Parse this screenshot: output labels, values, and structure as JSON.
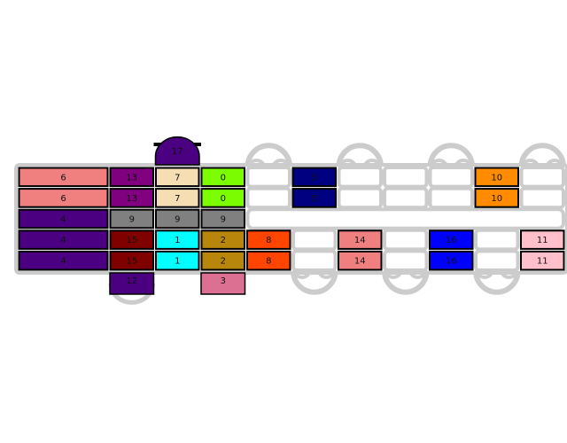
{
  "colors": {
    "track": "#cccccc",
    "outline": "#000000",
    "empty": "#ffffff"
  },
  "grid": {
    "cols": 12,
    "rows": 5
  },
  "blocks": [
    {
      "id": "b6a",
      "label": "6",
      "col": 0,
      "row": 0,
      "w": 2,
      "h": 1,
      "color": "#f08080"
    },
    {
      "id": "b6b",
      "label": "6",
      "col": 0,
      "row": 1,
      "w": 2,
      "h": 1,
      "color": "#f08080"
    },
    {
      "id": "b13a",
      "label": "13",
      "col": 2,
      "row": 0,
      "w": 1,
      "h": 1,
      "color": "#800080"
    },
    {
      "id": "b13b",
      "label": "13",
      "col": 2,
      "row": 1,
      "w": 1,
      "h": 1,
      "color": "#800080"
    },
    {
      "id": "b7a",
      "label": "7",
      "col": 3,
      "row": 0,
      "w": 1,
      "h": 1,
      "color": "#f5deb3"
    },
    {
      "id": "b7b",
      "label": "7",
      "col": 3,
      "row": 1,
      "w": 1,
      "h": 1,
      "color": "#f5deb3"
    },
    {
      "id": "b0a",
      "label": "0",
      "col": 4,
      "row": 0,
      "w": 1,
      "h": 1,
      "color": "#7cfc00"
    },
    {
      "id": "b0b",
      "label": "0",
      "col": 4,
      "row": 1,
      "w": 1,
      "h": 1,
      "color": "#7cfc00"
    },
    {
      "id": "b5a",
      "label": "5",
      "col": 6,
      "row": 0,
      "w": 1,
      "h": 1,
      "color": "#000080"
    },
    {
      "id": "b5b",
      "label": "5",
      "col": 6,
      "row": 1,
      "w": 1,
      "h": 1,
      "color": "#000080"
    },
    {
      "id": "b10a",
      "label": "10",
      "col": 10,
      "row": 0,
      "w": 1,
      "h": 1,
      "color": "#ff8c00"
    },
    {
      "id": "b10b",
      "label": "10",
      "col": 10,
      "row": 1,
      "w": 1,
      "h": 1,
      "color": "#ff8c00"
    },
    {
      "id": "b4a",
      "label": "4",
      "col": 0,
      "row": 2,
      "w": 2,
      "h": 1,
      "color": "#4b0082"
    },
    {
      "id": "b4b",
      "label": "4",
      "col": 0,
      "row": 3,
      "w": 2,
      "h": 1,
      "color": "#4b0082"
    },
    {
      "id": "b4c",
      "label": "4",
      "col": 0,
      "row": 4,
      "w": 2,
      "h": 1,
      "color": "#4b0082"
    },
    {
      "id": "b9a",
      "label": "9",
      "col": 2,
      "row": 2,
      "w": 1,
      "h": 1,
      "color": "#808080"
    },
    {
      "id": "b9b",
      "label": "9",
      "col": 3,
      "row": 2,
      "w": 1,
      "h": 1,
      "color": "#808080"
    },
    {
      "id": "b9c",
      "label": "9",
      "col": 4,
      "row": 2,
      "w": 1,
      "h": 1,
      "color": "#808080"
    },
    {
      "id": "b15a",
      "label": "15",
      "col": 2,
      "row": 3,
      "w": 1,
      "h": 1,
      "color": "#800000"
    },
    {
      "id": "b15b",
      "label": "15",
      "col": 2,
      "row": 4,
      "w": 1,
      "h": 1,
      "color": "#800000"
    },
    {
      "id": "b1a",
      "label": "1",
      "col": 3,
      "row": 3,
      "w": 1,
      "h": 1,
      "color": "#00ffff"
    },
    {
      "id": "b1b",
      "label": "1",
      "col": 3,
      "row": 4,
      "w": 1,
      "h": 1,
      "color": "#00ffff"
    },
    {
      "id": "b2a",
      "label": "2",
      "col": 4,
      "row": 3,
      "w": 1,
      "h": 1,
      "color": "#b8860b"
    },
    {
      "id": "b2b",
      "label": "2",
      "col": 4,
      "row": 4,
      "w": 1,
      "h": 1,
      "color": "#b8860b"
    },
    {
      "id": "b8a",
      "label": "8",
      "col": 5,
      "row": 3,
      "w": 1,
      "h": 1,
      "color": "#ff4500"
    },
    {
      "id": "b8b",
      "label": "8",
      "col": 5,
      "row": 4,
      "w": 1,
      "h": 1,
      "color": "#ff4500"
    },
    {
      "id": "b14a",
      "label": "14",
      "col": 7,
      "row": 3,
      "w": 1,
      "h": 1,
      "color": "#f08080"
    },
    {
      "id": "b14b",
      "label": "14",
      "col": 7,
      "row": 4,
      "w": 1,
      "h": 1,
      "color": "#f08080"
    },
    {
      "id": "b16a",
      "label": "16",
      "col": 9,
      "row": 3,
      "w": 1,
      "h": 1,
      "color": "#0000ff"
    },
    {
      "id": "b16b",
      "label": "16",
      "col": 9,
      "row": 4,
      "w": 1,
      "h": 1,
      "color": "#0000ff"
    },
    {
      "id": "b11a",
      "label": "11",
      "col": 11,
      "row": 3,
      "w": 1,
      "h": 1,
      "color": "#ffc0cb"
    },
    {
      "id": "b11b",
      "label": "11",
      "col": 11,
      "row": 4,
      "w": 1,
      "h": 1,
      "color": "#ffc0cb"
    }
  ],
  "tabs": [
    {
      "id": "t17",
      "label": "17",
      "col": 3,
      "side": "top",
      "color": "#4b0082"
    },
    {
      "id": "t12",
      "label": "12",
      "col": 2,
      "side": "bottom",
      "color": "#4b0082"
    },
    {
      "id": "t3",
      "label": "3",
      "col": 4,
      "side": "bottom",
      "color": "#db7093"
    }
  ],
  "loops": [
    {
      "col": 5,
      "side": "top"
    },
    {
      "col": 7,
      "side": "top"
    },
    {
      "col": 9,
      "side": "top"
    },
    {
      "col": 11,
      "side": "top"
    },
    {
      "col": 6,
      "side": "bottom"
    },
    {
      "col": 8,
      "side": "bottom"
    },
    {
      "col": 10,
      "side": "bottom"
    }
  ],
  "corridor": {
    "row": 2,
    "from_col": 5,
    "to_col": 11
  }
}
